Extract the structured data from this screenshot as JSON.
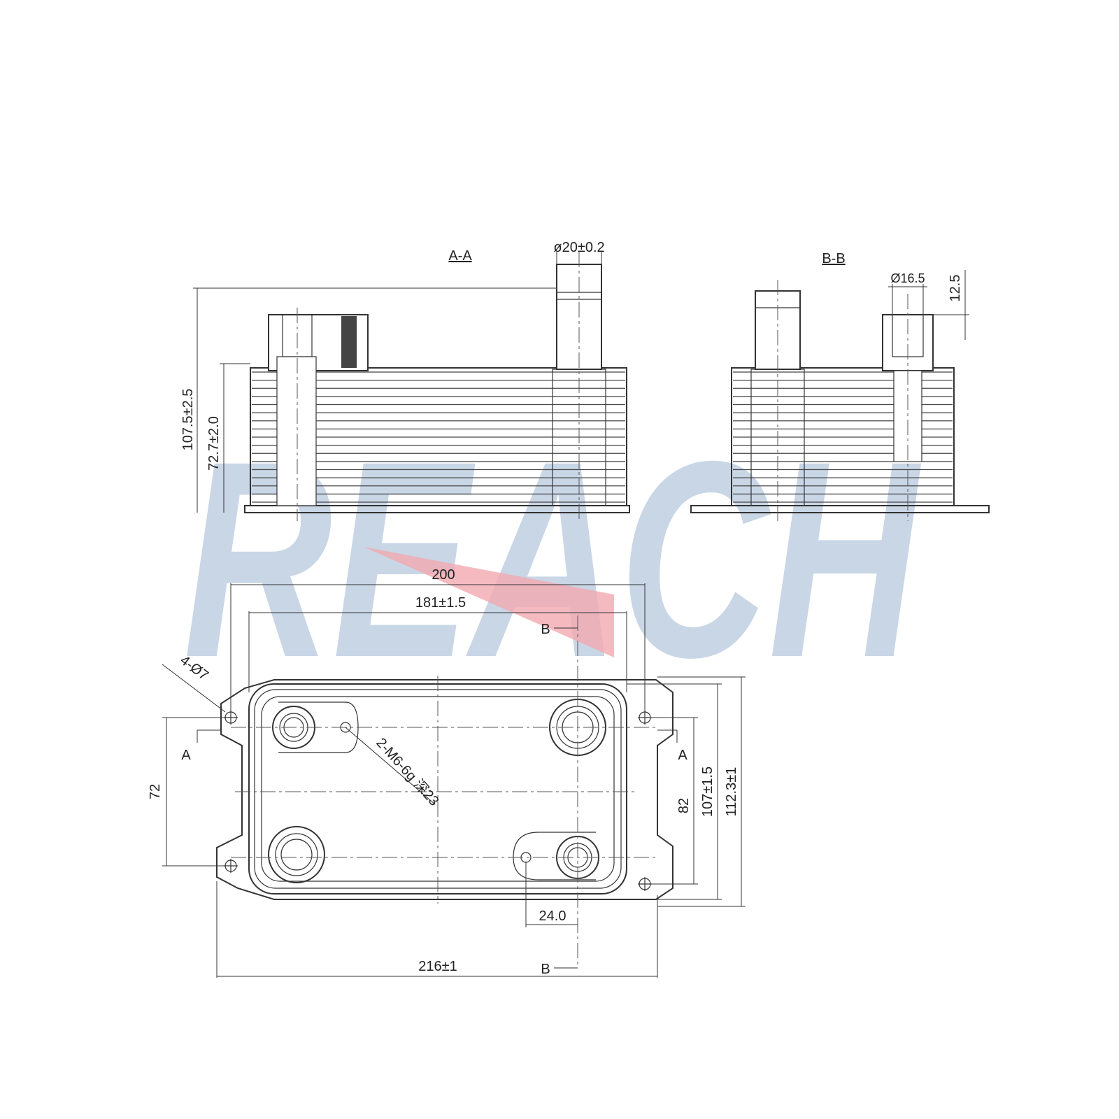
{
  "watermark": {
    "text": "REACH",
    "color": "#c9d6e6",
    "accent_color": "#f3a9b0"
  },
  "section_aa": {
    "title": "A-A",
    "pipe_diameter": "ø20±0.2",
    "overall_height": "107.5±2.5",
    "body_height": "72.7±2.0"
  },
  "section_bb": {
    "title": "B-B",
    "pipe_diameter": "Ø16.5",
    "pipe_height": "12.5"
  },
  "plan_view": {
    "width_hole_spacing": "200",
    "width_body": "181±1.5",
    "width_base": "216±1",
    "height_hole_spacing_left": "72",
    "height_hole_spacing_right": "82",
    "height_body": "107±1.5",
    "height_base": "112.3±1",
    "port_offset": "24.0",
    "mounting_holes": "4-Ø7",
    "thread_note": "2-M6-6g 深23",
    "section_a_label": "A",
    "section_b_label": "B"
  }
}
